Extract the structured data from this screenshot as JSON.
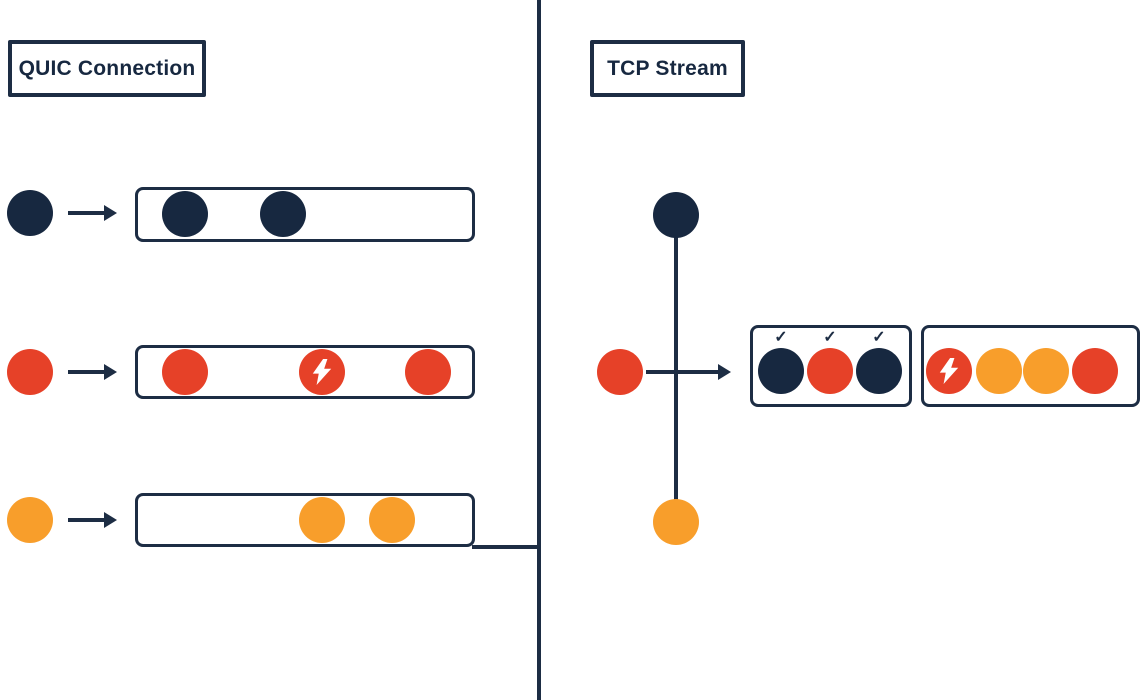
{
  "colors": {
    "background": "#ffffff",
    "navy": "#172840",
    "red": "#e64128",
    "orange": "#f89e2b",
    "stroke": "#1d2d44",
    "white": "#ffffff"
  },
  "left_panel": {
    "title": "QUIC Connection",
    "streams": [
      {
        "source_color": "navy",
        "packets": [
          "navy",
          "navy"
        ]
      },
      {
        "source_color": "red",
        "packets": [
          "red",
          "red-lost",
          "red"
        ]
      },
      {
        "source_color": "orange",
        "packets": [
          "orange",
          "orange"
        ]
      }
    ]
  },
  "right_panel": {
    "title": "TCP Stream",
    "source_colors": [
      "navy",
      "red",
      "orange"
    ],
    "delivered_box": {
      "checkmark_glyph": "✓",
      "packets": [
        "navy",
        "red",
        "navy"
      ]
    },
    "blocked_box": {
      "packets": [
        "red-lost",
        "orange",
        "orange",
        "red"
      ]
    }
  },
  "icons": {
    "lost_packet": "lightning-icon",
    "delivered": "checkmark-icon",
    "flow": "arrow-right-icon"
  }
}
